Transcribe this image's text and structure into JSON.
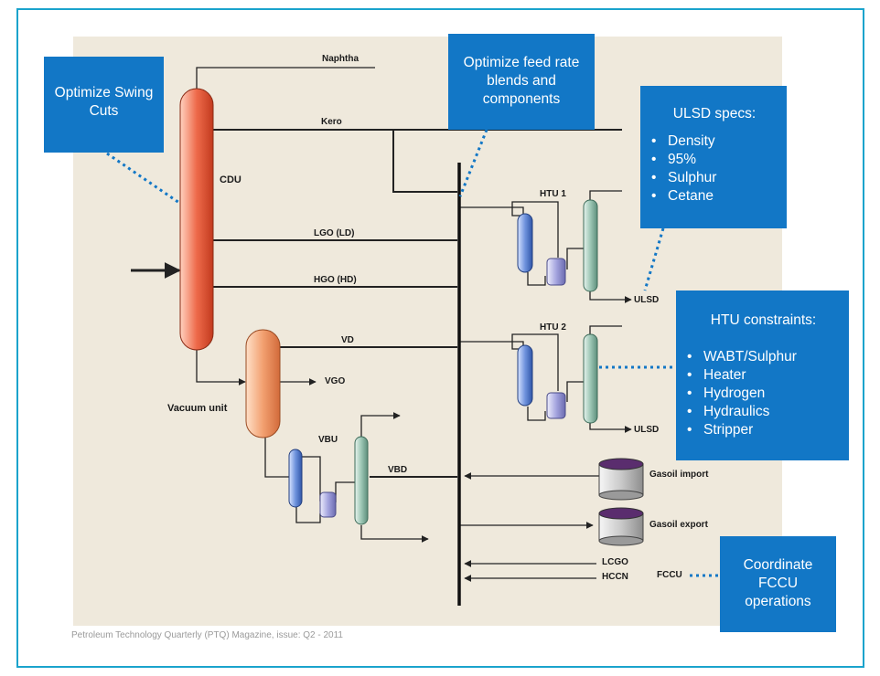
{
  "streams": {
    "naphtha": "Naphtha",
    "kero": "Kero",
    "lgo": "LGO (LD)",
    "hgo": "HGO (HD)",
    "vd": "VD",
    "vgo": "VGO",
    "vbd": "VBD",
    "ulsd_1": "ULSD",
    "ulsd_2": "ULSD",
    "gasoil_import": "Gasoil import",
    "gasoil_export": "Gasoil export",
    "lcgo": "LCGO",
    "hccn": "HCCN",
    "fccu": "FCCU"
  },
  "units": {
    "cdu": "CDU",
    "vacuum": "Vacuum unit",
    "vbu": "VBU",
    "htu1": "HTU 1",
    "htu2": "HTU 2"
  },
  "callouts": {
    "swing_cuts": "Optimize Swing Cuts",
    "feed_rate": "Optimize feed rate blends and components",
    "ulsd_specs": {
      "title": "ULSD specs:",
      "items": [
        "Density",
        "95%",
        "Sulphur",
        "Cetane"
      ]
    },
    "htu_constraints": {
      "title": "HTU constraints:",
      "items": [
        "WABT/Sulphur",
        "Heater",
        "Hydrogen",
        "Hydraulics",
        "Stripper"
      ]
    },
    "fccu_ops": "Coordinate FCCU operations"
  },
  "footer": "Petroleum Technology Quarterly (PTQ) Magazine, issue: Q2 - 2011",
  "colors": {
    "border": "#1aa3cc",
    "callout": "#1277c6",
    "background": "#efe9dc",
    "cdu_column": "#ee6a4a",
    "vacuum_column": "#f2a070",
    "reactor": "#5b86d6",
    "separator": "#9a9ad8",
    "stripper": "#8fbcaa",
    "tank_top": "#5a2d6e"
  }
}
